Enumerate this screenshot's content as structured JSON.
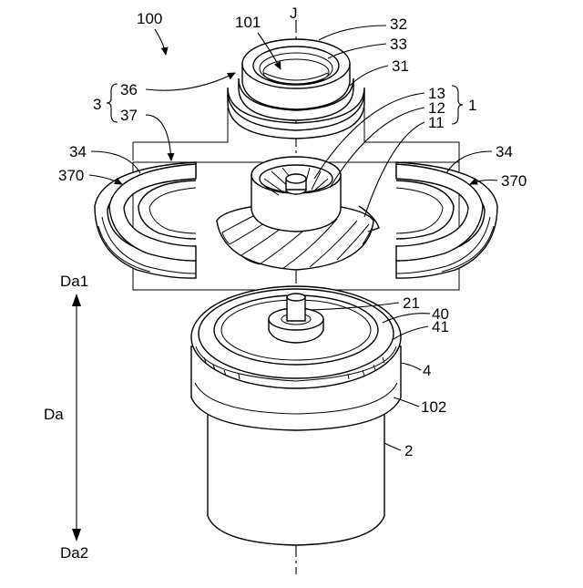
{
  "figure": {
    "labels": {
      "assembly": "100",
      "axis": "J",
      "l101": "101",
      "l32": "32",
      "l33": "33",
      "l31": "31",
      "l3": "3",
      "l36": "36",
      "l37": "37",
      "l13": "13",
      "l12": "12",
      "l11": "11",
      "l1": "1",
      "l34_left": "34",
      "l34_right": "34",
      "l370_left": "370",
      "l370_right": "370",
      "da1": "Da1",
      "da": "Da",
      "da2": "Da2",
      "l21": "21",
      "l40": "40",
      "l41": "41",
      "l4": "4",
      "l102": "102",
      "l2": "2"
    }
  }
}
